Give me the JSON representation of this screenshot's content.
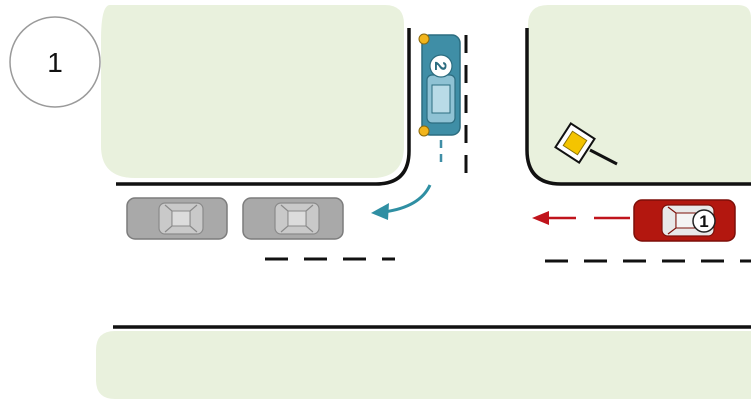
{
  "scene_number": "1",
  "cars": [
    {
      "id": "car-1",
      "number": "1",
      "color": "#b3170f",
      "direction": "left"
    },
    {
      "id": "car-2",
      "number": "2",
      "color": "#3f8ea6",
      "direction": "turn-right"
    },
    {
      "id": "parked-car-1",
      "color": "#a9a9a9"
    },
    {
      "id": "parked-car-2",
      "color": "#a9a9a9"
    }
  ],
  "colors": {
    "grass": "#e9f1dd",
    "road_line": "#111111",
    "arrow_car1": "#c0141c",
    "arrow_car2": "#2f8fa3",
    "priority_sign": "#f4c400",
    "indicator_lamp": "#f2b51c"
  },
  "signs": [
    {
      "type": "priority-road-sign",
      "icon": "diamond-sign-icon"
    }
  ]
}
